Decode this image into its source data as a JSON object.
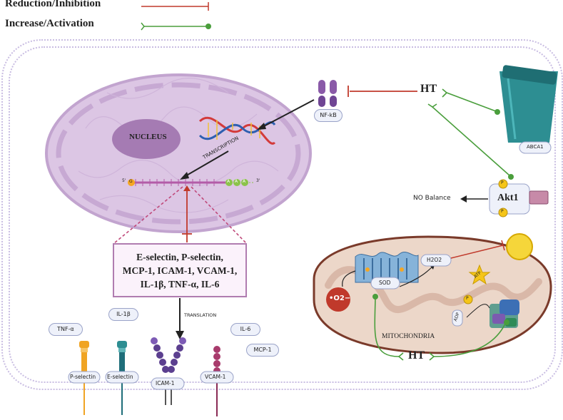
{
  "legend": {
    "reduction": "Reduction/Inhibition",
    "increase": "Increase/Activation"
  },
  "colors": {
    "inhibition": "#c0392b",
    "activation": "#4a9e3c",
    "cell_border": "#b8a9d8",
    "nucleus": "#dcc6e4",
    "mitochondria": "#ecd7c9"
  },
  "nucleus": {
    "label": "NUCLEUS",
    "transcription": "TRANSCRIPTION",
    "mrna_5": "5'",
    "mrna_3": "3'",
    "poly_a": [
      "A",
      "A",
      "A"
    ],
    "cap": "G"
  },
  "nfkb": "NF-kB",
  "ht_top": "HT",
  "abca1": "ABCA1",
  "akt1": "Akt1",
  "phospho": "P",
  "no_balance": "NO Balance",
  "genes": [
    "E-selectin, P-selectin,",
    "MCP-1, ICAM-1, VCAM-1,",
    "IL-1β, TNF-α, IL-6"
  ],
  "translation": "TRANSLATION",
  "cytokines": {
    "il1b": "IL-1β",
    "tnfa": "TNF-α",
    "il6": "IL-6",
    "mcp1": "MCP-1"
  },
  "receptors": {
    "p_selectin": "P-selectin",
    "e_selectin": "E-selectin",
    "icam1": "ICAM-1",
    "vcam1": "VCAM-1"
  },
  "mito": {
    "label": "MITOCHONDRIA",
    "sod": "SOD",
    "h2o2": "H2O2",
    "superoxide": "•O2−",
    "atp": "ATP",
    "adp": "ADP",
    "ht_bottom": "HT"
  }
}
